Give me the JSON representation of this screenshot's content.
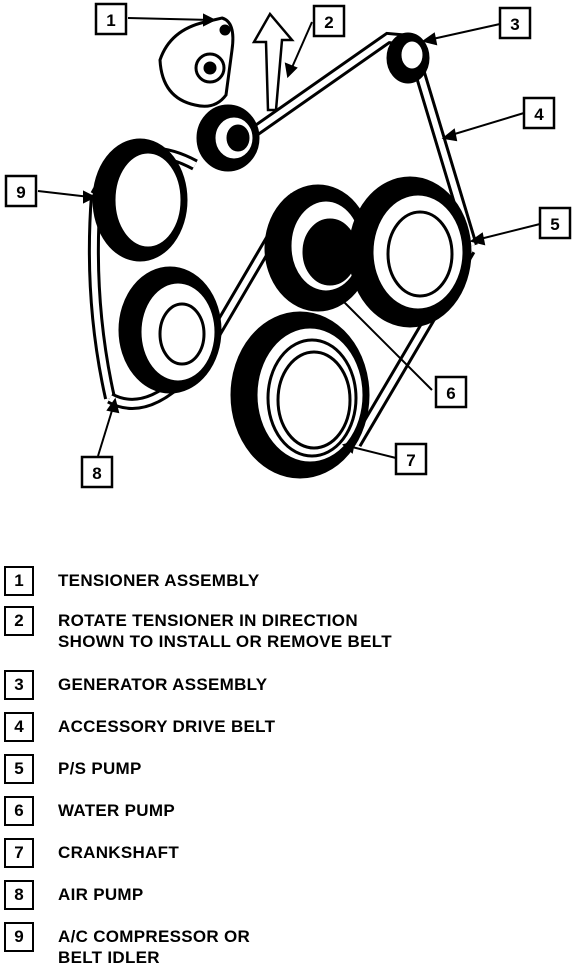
{
  "callouts": [
    "1",
    "2",
    "3",
    "4",
    "5",
    "6",
    "7",
    "8",
    "9"
  ],
  "legend": [
    {
      "num": "1",
      "text": "TENSIONER ASSEMBLY"
    },
    {
      "num": "2",
      "text": "ROTATE TENSIONER IN DIRECTION\nSHOWN TO INSTALL OR REMOVE BELT"
    },
    {
      "num": "3",
      "text": "GENERATOR ASSEMBLY"
    },
    {
      "num": "4",
      "text": "ACCESSORY DRIVE BELT"
    },
    {
      "num": "5",
      "text": "P/S PUMP"
    },
    {
      "num": "6",
      "text": "WATER PUMP"
    },
    {
      "num": "7",
      "text": "CRANKSHAFT"
    },
    {
      "num": "8",
      "text": "AIR PUMP"
    },
    {
      "num": "9",
      "text": "A/C COMPRESSOR OR\nBELT IDLER"
    }
  ]
}
